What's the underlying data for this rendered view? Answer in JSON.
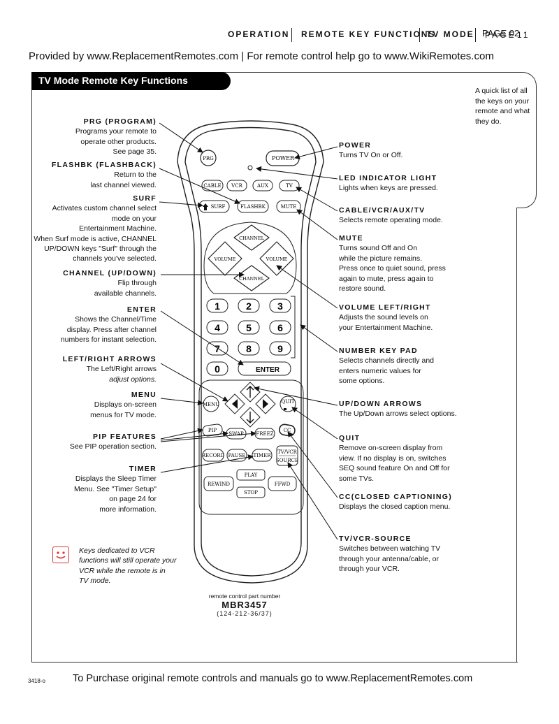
{
  "header": {
    "section1": "OPERATION",
    "section2": "REMOTE KEY FUNCTIONS",
    "section3": "TV MODE",
    "page_a": "PAGE",
    "page_b": "PAGE 02",
    "page_c": "11"
  },
  "provided_text": "Provided by www.ReplacementRemotes.com | For remote control help go to www.WikiRemotes.com",
  "title": "TV Mode Remote Key Functions",
  "quick_list": "A quick list of all the keys on your remote and what they do.",
  "left_labels": [
    {
      "title": "PRG (PROGRAM)",
      "desc": [
        "Programs your remote to",
        "operate other products.",
        "See page 35."
      ]
    },
    {
      "title": "FLASHBK (FLASHBACK)",
      "desc": [
        "Return to the",
        "last channel viewed."
      ]
    },
    {
      "title": "SURF",
      "desc": [
        "Activates custom channel select",
        "mode on your",
        "Entertainment Machine.",
        "When Surf mode is active, CHANNEL",
        "UP/DOWN keys \"Surf\" through the",
        "channels you've selected."
      ]
    },
    {
      "title": "CHANNEL (UP/DOWN)",
      "desc": [
        "Flip through",
        "available channels."
      ]
    },
    {
      "title": "ENTER",
      "desc": [
        "Shows the Channel/Time",
        "display. Press after channel",
        "numbers for instant selection."
      ]
    },
    {
      "title": "LEFT/RIGHT ARROWS",
      "desc": [
        "The Left/Right arrows",
        "adjust options."
      ]
    },
    {
      "title": "MENU",
      "desc": [
        "Displays on-screen",
        "menus for TV mode."
      ]
    },
    {
      "title": "PIP FEATURES",
      "desc": [
        "See PIP operation section."
      ]
    },
    {
      "title": "TIMER",
      "desc": [
        "Displays the Sleep Timer",
        "Menu. See \"Timer Setup\"",
        "on page 24 for",
        "more information."
      ]
    }
  ],
  "right_labels": [
    {
      "title": "POWER",
      "desc": [
        "Turns TV On or Off."
      ]
    },
    {
      "title": "LED INDICATOR LIGHT",
      "desc": [
        "Lights when keys are pressed."
      ]
    },
    {
      "title": "CABLE/VCR/AUX/TV",
      "desc": [
        "Selects remote operating mode."
      ]
    },
    {
      "title": "MUTE",
      "desc": [
        "Turns sound Off and On",
        "while the picture remains.",
        "Press once to quiet sound, press",
        "again to mute, press again to",
        "restore sound."
      ]
    },
    {
      "title": "VOLUME LEFT/RIGHT",
      "desc": [
        "Adjusts the sound levels on",
        "your Entertainment Machine."
      ]
    },
    {
      "title": "NUMBER KEY PAD",
      "desc": [
        "Selects channels directly and",
        "enters numeric values for",
        "some options."
      ]
    },
    {
      "title": "UP/DOWN ARROWS",
      "desc": [
        "The Up/Down arrows select options."
      ]
    },
    {
      "title": "QUIT",
      "desc": [
        "Remove on-screen display from",
        "view. If no display is on, switches",
        "SEQ sound feature On and Off for",
        "some TVs."
      ]
    },
    {
      "title": "CC(CLOSED CAPTIONING)",
      "desc": [
        "Displays the closed caption menu."
      ]
    },
    {
      "title": "TV/VCR-SOURCE",
      "desc": [
        "Switches between watching TV",
        "through your antenna/cable, or",
        "through your VCR."
      ]
    }
  ],
  "note": "Keys dedicated to VCR functions will still operate your VCR while the remote is in TV mode.",
  "remote_buttons": {
    "prg": "PRG",
    "power": "POWER",
    "cable": "CABLE",
    "vcr": "VCR",
    "aux": "AUX",
    "tv": "TV",
    "surf": "SURF",
    "flashbk": "FLASHBK",
    "mute": "MUTE",
    "ch_up": "CHANNEL",
    "ch_down": "CHANNEL",
    "vol_left": "VOLUME",
    "vol_right": "VOLUME",
    "digits": [
      "1",
      "2",
      "3",
      "4",
      "5",
      "6",
      "7",
      "8",
      "9",
      "0"
    ],
    "enter": "ENTER",
    "menu": "MENU",
    "quit": "QUIT",
    "pip": "PIP",
    "swap": "SWAP",
    "freeze": "FREEZ",
    "cc": "CC",
    "record": "RECORD",
    "pause": "PAUSE",
    "timer": "TIMER",
    "tvvcr_a": "TV/VCR",
    "tvvcr_b": "SOURCE",
    "play": "PLAY",
    "rewind": "REWIND",
    "ffwd": "FFWD",
    "stop": "STOP"
  },
  "part_number": {
    "label": "remote control part number",
    "model": "MBR3457",
    "code": "(124-212-36/37)"
  },
  "footer_code": "3418-o",
  "footer_text": "To Purchase original remote controls and manuals go to www.ReplacementRemotes.com"
}
